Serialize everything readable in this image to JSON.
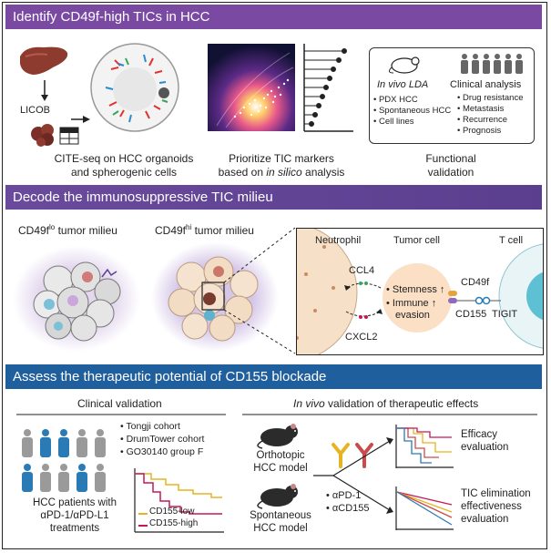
{
  "section1": {
    "title": "Identify CD49f-high TICs in HCC",
    "licob": "LICOB",
    "cite_seq_line1": "CITE-seq on HCC organoids",
    "cite_seq_line2": "and spherogenic cells",
    "prioritize_line1": "Prioritize TIC markers",
    "prioritize_line2_pre": "based on ",
    "prioritize_line2_it": "in silico",
    "prioritize_line2_post": " analysis",
    "functional_line1": "Functional",
    "functional_line2": "validation",
    "in_vivo_lda": "In vivo LDA",
    "lda_items": [
      "PDX HCC",
      "Spontaneous HCC",
      "Cell lines"
    ],
    "clinical_analysis": "Clinical analysis",
    "clinical_items": [
      "Drug resistance",
      "Metastasis",
      "Recurrence",
      "Prognosis"
    ]
  },
  "section2": {
    "title": "Decode the immunosuppressive TIC milieu",
    "lo_label_pre": "CD49f",
    "lo_label_sup": "lo",
    "lo_label_post": " tumor milieu",
    "hi_label_pre": "CD49f",
    "hi_label_sup": "hi",
    "hi_label_post": " tumor milieu",
    "neutrophil": "Neutrophil",
    "tumor_cell": "Tumor cell",
    "t_cell": "T cell",
    "ccl4": "CCL4",
    "cxcl2": "CXCL2",
    "stemness": "Stemness",
    "immune_evasion_1": "Immune",
    "immune_evasion_2": "evasion",
    "cd49f": "CD49f",
    "cd155": "CD155",
    "tigit": "TIGIT"
  },
  "section3": {
    "title": "Assess the therapeutic potential of CD155 blockade",
    "clinical_validation": "Clinical validation",
    "cohorts": [
      "Tongji cohort",
      "DrumTower cohort",
      "GO30140 group F"
    ],
    "patients_line1": "HCC patients with",
    "patients_line2": "αPD-1/αPD-L1",
    "patients_line3": "treatments",
    "legend_low": "CD155-low",
    "legend_high": "CD155-high",
    "invivo_title_it": "In vivo",
    "invivo_title_rest": " validation of therapeutic effects",
    "orthotopic_1": "Orthotopic",
    "orthotopic_2": "HCC model",
    "spontaneous_1": "Spontaneous",
    "spontaneous_2": "HCC model",
    "treatments": [
      "αPD-1",
      "αCD155"
    ],
    "efficacy_1": "Efficacy",
    "efficacy_2": "evaluation",
    "tic_1": "TIC elimination",
    "tic_2": "effectiveness",
    "tic_3": "evaluation"
  },
  "colors": {
    "section1": "#7a4aa3",
    "section2": "#5b3f8f",
    "section3": "#1f5f9e",
    "responder": "#2a7bb5",
    "nonresponder": "#9a9a9a",
    "low_curve": "#e6b422",
    "high_curve": "#c2185b"
  }
}
